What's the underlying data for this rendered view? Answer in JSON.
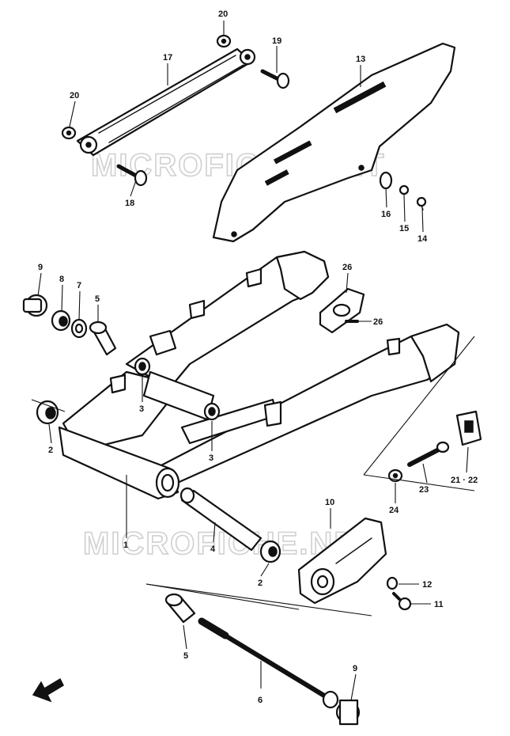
{
  "watermark": {
    "text": "MICROFICHE.NET"
  },
  "callouts": {
    "c20a": "20",
    "c19": "19",
    "c17": "17",
    "c13": "13",
    "c20b": "20",
    "c18": "18",
    "c16": "16",
    "c15": "15",
    "c14": "14",
    "c9a": "9",
    "c8": "8",
    "c7": "7",
    "c5a": "5",
    "c26a": "26",
    "c26b": "26",
    "c3a": "3",
    "c3b": "3",
    "c2a": "2",
    "c2b": "2",
    "c1": "1",
    "c4": "4",
    "c21_22": "21 · 22",
    "c23": "23",
    "c24": "24",
    "c10": "10",
    "c12": "12",
    "c11": "11",
    "c5b": "5",
    "c6": "6",
    "c9b": "9"
  }
}
